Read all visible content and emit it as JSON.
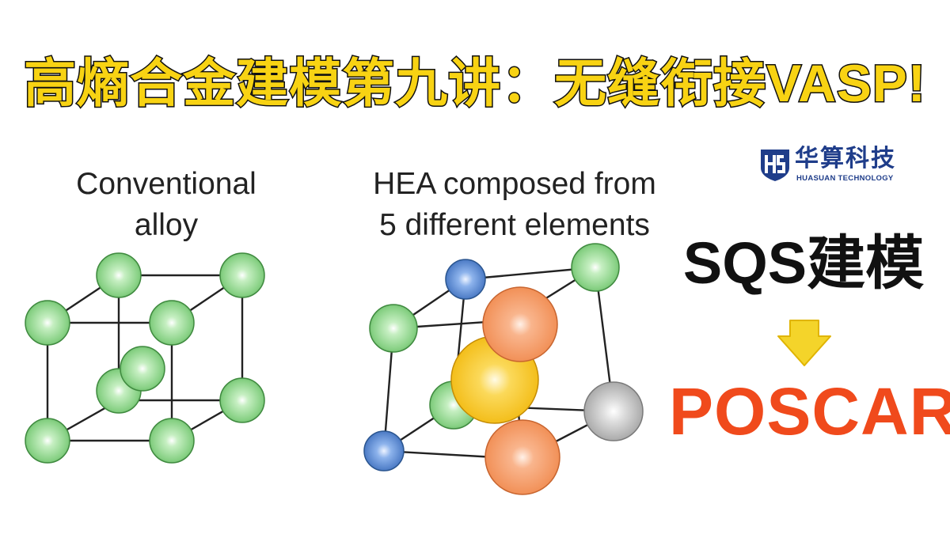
{
  "headline": "高熵合金建模第九讲：无缝衔接VASP!",
  "conventional": {
    "line1": "Conventional",
    "line2": "alloy"
  },
  "hea": {
    "line1": "HEA composed from",
    "line2": "5 different elements"
  },
  "logo": {
    "name_cn": "华算科技",
    "name_en": "HUASUAN TECHNOLOGY",
    "icon": "hs-logo-icon",
    "color": "#1f3d8a"
  },
  "flow": {
    "from": "SQS建模",
    "to": "POSCAR",
    "arrow_icon": "down-arrow-icon"
  },
  "colors": {
    "headline_fill": "#f8d313",
    "atom_green": "#7ccf7c",
    "atom_blue": "#4f86d6",
    "atom_orange": "#f4935c",
    "atom_yellow": "#f6c21f",
    "atom_gray": "#b8b8b8",
    "poscar": "#f04a1c",
    "arrow": "#f4d42a"
  }
}
